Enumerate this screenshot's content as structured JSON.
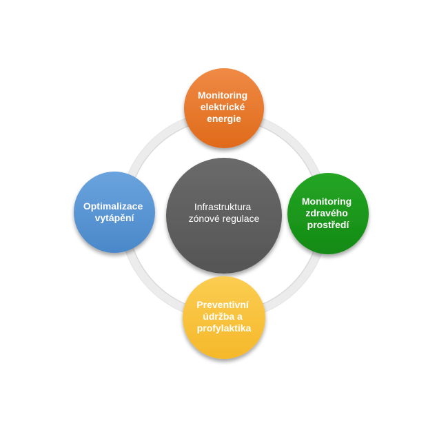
{
  "center": {
    "lines": [
      "Infrastruktura",
      "zónové regulace"
    ],
    "color": "#606060"
  },
  "nodes": [
    {
      "id": "top",
      "lines": [
        "Monitoring",
        "elektrické",
        "energie"
      ],
      "color": "#e8772e",
      "shade": "#c85a16"
    },
    {
      "id": "right",
      "lines": [
        "Monitoring",
        "zdravého",
        "prostředí"
      ],
      "color": "#1f9a1f",
      "shade": "#0f7a0f"
    },
    {
      "id": "bottom",
      "lines": [
        "Preventivní",
        "údržba a",
        "profylaktika"
      ],
      "color": "#f8c43c",
      "shade": "#e6a81e"
    },
    {
      "id": "left",
      "lines": [
        "Optimalizace",
        "vytápění"
      ],
      "color": "#5392d4",
      "shade": "#3a78ba"
    }
  ]
}
